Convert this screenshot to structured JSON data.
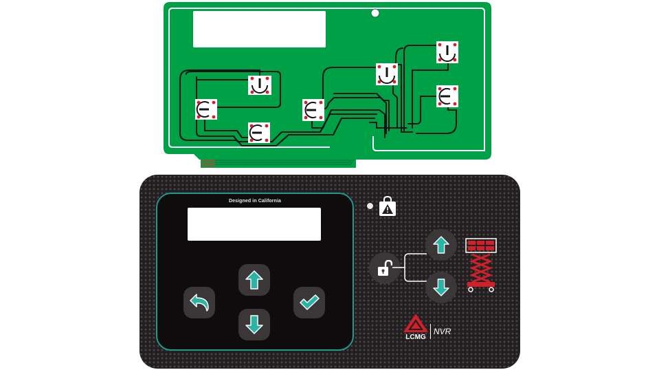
{
  "panel": {
    "display_label": "Designed in California",
    "brand_left": "LCMG",
    "brand_right": "NVR"
  },
  "icons": {
    "nav_up": "up-arrow-icon",
    "nav_down": "down-arrow-icon",
    "back": "back-arrow-icon",
    "confirm": "checkmark-icon",
    "lock": "unlock-icon",
    "lift_up": "up-arrow-icon",
    "lift_down": "down-arrow-icon",
    "warning": "warning-lock-icon",
    "lift": "scissor-lift-icon"
  },
  "colors": {
    "pcb_green": "#00a046",
    "panel_black": "#231f20",
    "accent_teal": "#1f9a91",
    "brand_red": "#d0202a",
    "pad_red": "#d0202a"
  }
}
